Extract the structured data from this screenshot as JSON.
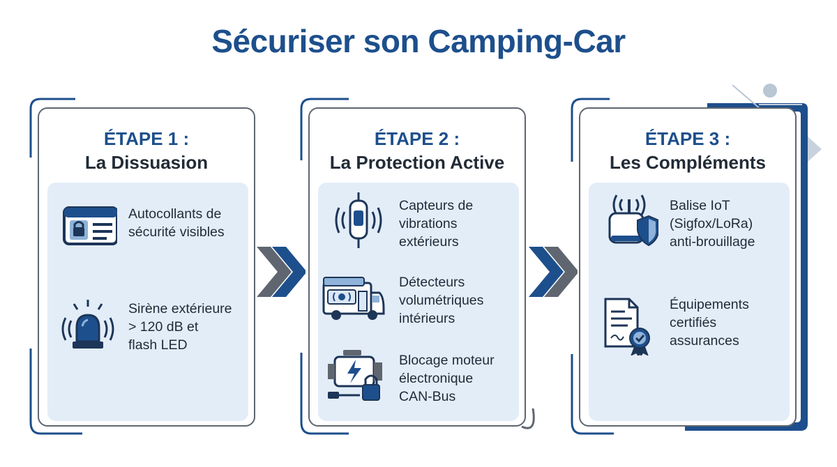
{
  "title": "Sécuriser son Camping-Car",
  "steps": [
    {
      "label": "ÉTAPE 1 :",
      "name": "La Dissuasion",
      "items": [
        {
          "icon": "security-sticker-icon",
          "lines": [
            "Autocollants de",
            "sécurité visibles"
          ]
        },
        {
          "icon": "siren-icon",
          "lines": [
            "Sirène extérieure",
            "> 120 dB et",
            "flash LED"
          ]
        }
      ]
    },
    {
      "label": "ÉTAPE 2 :",
      "name": "La Protection Active",
      "items": [
        {
          "icon": "vibration-sensor-icon",
          "lines": [
            "Capteurs de",
            "vibrations",
            "extérieurs"
          ]
        },
        {
          "icon": "motorhome-detector-icon",
          "lines": [
            "Détecteurs",
            "volumétriques",
            "intérieurs"
          ]
        },
        {
          "icon": "engine-lock-icon",
          "lines": [
            "Blocage moteur",
            "électronique",
            "CAN-Bus"
          ]
        }
      ]
    },
    {
      "label": "ÉTAPE 3 :",
      "name": "Les Compléments",
      "items": [
        {
          "icon": "iot-beacon-icon",
          "lines": [
            "Balise IoT",
            "(Sigfox/LoRa)",
            "anti-brouillage"
          ]
        },
        {
          "icon": "certified-document-icon",
          "lines": [
            "Équipements",
            "certifiés",
            "assurances"
          ]
        }
      ]
    }
  ],
  "colors": {
    "accent": "#1d4f8c",
    "panel": "#e3edf8",
    "grey": "#5f6670"
  }
}
